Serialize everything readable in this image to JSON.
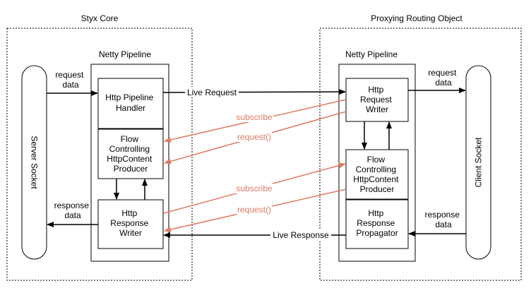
{
  "regions": {
    "left_title": "Styx Core",
    "right_title": "Proxying Routing Object"
  },
  "pipelines": {
    "left_label": "Netty Pipeline",
    "right_label": "Netty Pipeline"
  },
  "sockets": {
    "server": "Server Socket",
    "client": "Client Socket"
  },
  "boxes": {
    "http_pipeline_handler": [
      "Http Pipeline",
      "Handler"
    ],
    "left_flow": [
      "Flow",
      "Controlling",
      "HttpContent",
      "Producer"
    ],
    "http_response_writer": [
      "Http",
      "Response",
      "Writer"
    ],
    "http_request_writer": [
      "Http",
      "Request",
      "Writer"
    ],
    "right_flow": [
      "Flow",
      "Controlling",
      "HttpContent",
      "Producer"
    ],
    "http_response_propagator": [
      "Http",
      "Response",
      "Propagator"
    ]
  },
  "edge_labels": {
    "left_request_data": [
      "request",
      "data"
    ],
    "left_response_data": [
      "response",
      "data"
    ],
    "right_request_data": [
      "request",
      "data"
    ],
    "right_response_data": [
      "response",
      "data"
    ],
    "live_request": "Live Request",
    "live_response": "Live Response",
    "subscribe_top": "subscribe",
    "request_top": "request()",
    "subscribe_bottom": "subscribe",
    "request_bottom": "request()"
  },
  "colors": {
    "signal": "#e07a63",
    "line": "#000000"
  }
}
